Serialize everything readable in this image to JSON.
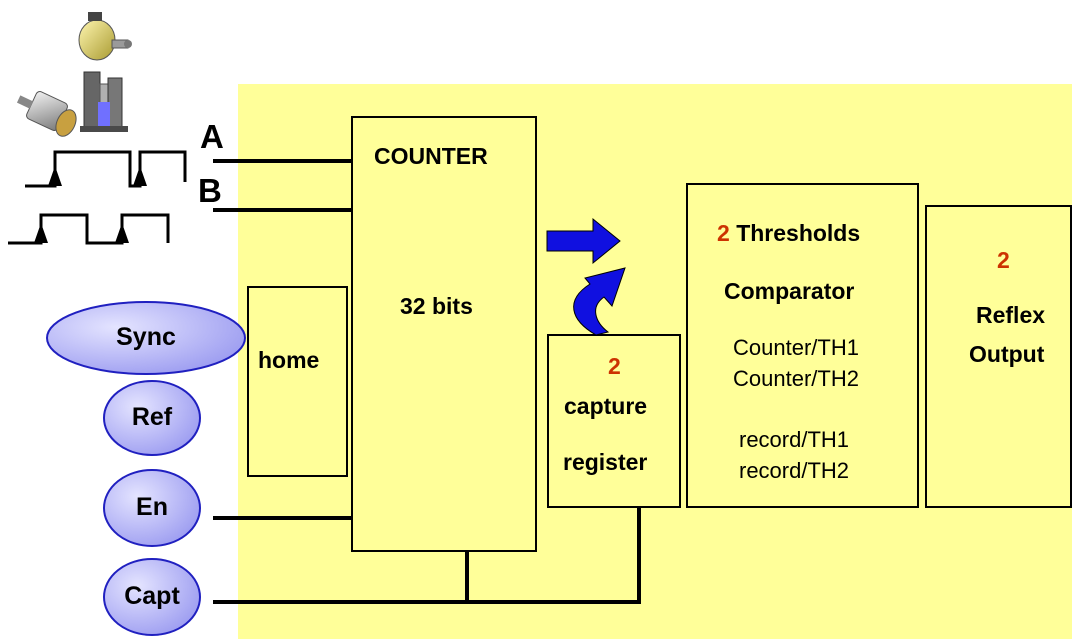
{
  "inputs": {
    "a_label": "A",
    "b_label": "B"
  },
  "counter": {
    "title": "COUNTER",
    "bits": "32 bits"
  },
  "home": {
    "label": "home"
  },
  "capture": {
    "count": "2",
    "line1": "capture",
    "line2": "register"
  },
  "comparator": {
    "count": "2",
    "thresholds": "Thresholds",
    "title": "Comparator",
    "lines": [
      "Counter/TH1",
      "Counter/TH2",
      "record/TH1",
      "record/TH2"
    ]
  },
  "reflex": {
    "count": "2",
    "line1": "Reflex",
    "line2": "Output"
  },
  "signals": {
    "sync": "Sync",
    "ref": "Ref",
    "en": "En",
    "capt": "Capt"
  },
  "colors": {
    "background": "#ffff99",
    "oval_fill": "#b8b8f8",
    "oval_stroke": "#2020c0",
    "arrow": "#1010e0",
    "accent_red": "#cc3300"
  }
}
